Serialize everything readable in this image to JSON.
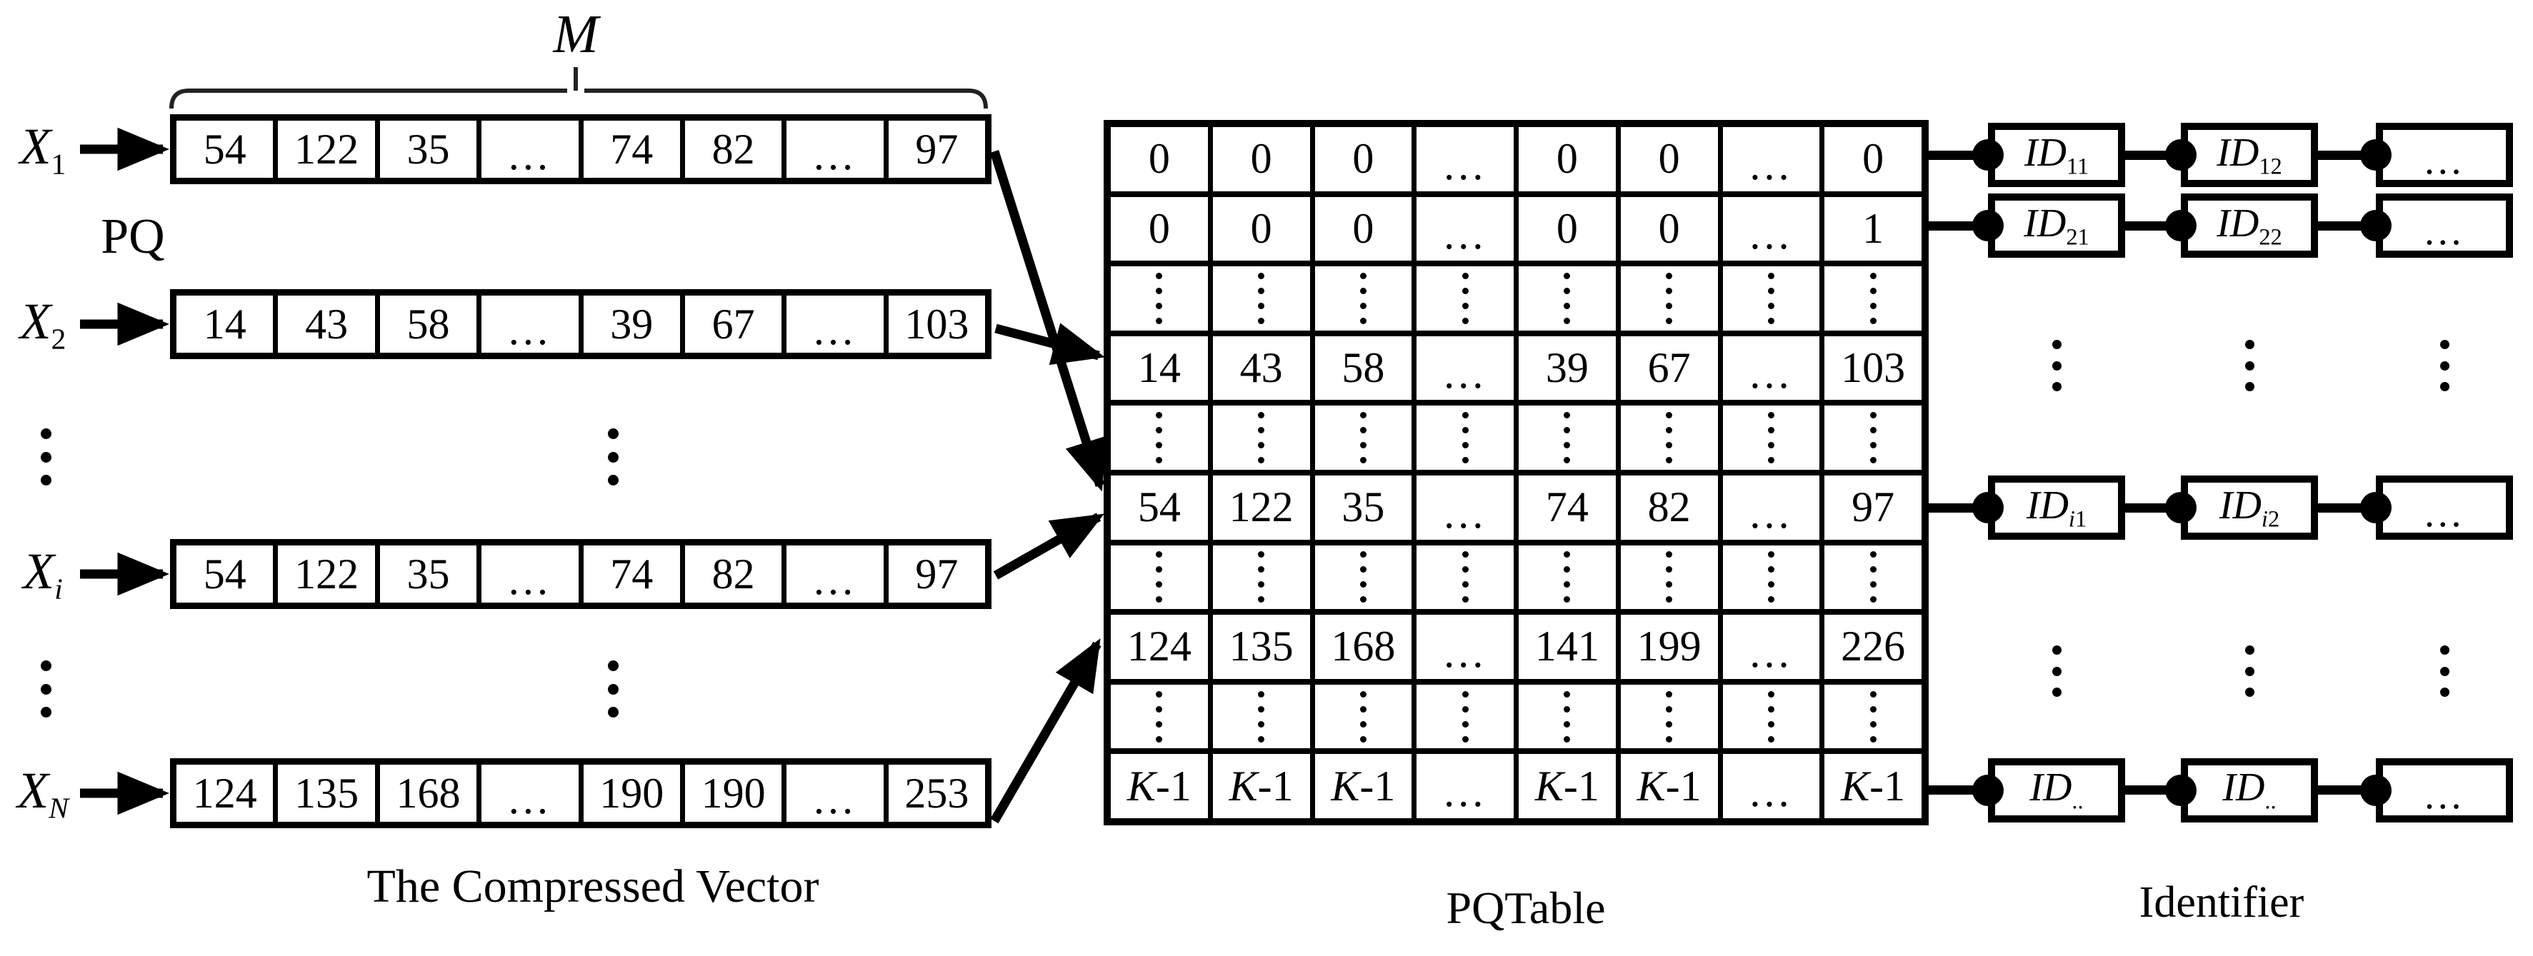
{
  "labels": {
    "m": "M",
    "pq": "PQ",
    "compressed_vector": "The Compressed Vector",
    "pqtable": "PQTable",
    "identifier": "Identifier"
  },
  "colors": {
    "ink": "#000000",
    "background": "#ffffff"
  },
  "dots": {
    "vertical": "⋮",
    "horizontal": "…"
  },
  "compressed_vectors": [
    {
      "label_main": "X",
      "label_sub": "1",
      "cells": [
        "54",
        "122",
        "35",
        "…",
        "74",
        "82",
        "…",
        "97"
      ]
    },
    {
      "label_main": "X",
      "label_sub": "2",
      "cells": [
        "14",
        "43",
        "58",
        "…",
        "39",
        "67",
        "…",
        "103"
      ]
    },
    {
      "label_main": "X",
      "label_sub": "i",
      "cells": [
        "54",
        "122",
        "35",
        "…",
        "74",
        "82",
        "…",
        "97"
      ]
    },
    {
      "label_main": "X",
      "label_sub": "N",
      "cells": [
        "124",
        "135",
        "168",
        "…",
        "190",
        "190",
        "…",
        "253"
      ]
    }
  ],
  "pqtable_rows": [
    {
      "kind": "values",
      "cells": [
        "0",
        "0",
        "0",
        "…",
        "0",
        "0",
        "…",
        "0"
      ]
    },
    {
      "kind": "values",
      "cells": [
        "0",
        "0",
        "0",
        "…",
        "0",
        "0",
        "…",
        "1"
      ]
    },
    {
      "kind": "dots",
      "cells": [
        "⋮",
        "⋮",
        "⋮",
        "⋮",
        "⋮",
        "⋮",
        "⋮",
        "⋮"
      ]
    },
    {
      "kind": "values",
      "cells": [
        "14",
        "43",
        "58",
        "…",
        "39",
        "67",
        "…",
        "103"
      ]
    },
    {
      "kind": "dots",
      "cells": [
        "⋮",
        "⋮",
        "⋮",
        "⋮",
        "⋮",
        "⋮",
        "⋮",
        "⋮"
      ]
    },
    {
      "kind": "values",
      "cells": [
        "54",
        "122",
        "35",
        "…",
        "74",
        "82",
        "…",
        "97"
      ]
    },
    {
      "kind": "dots",
      "cells": [
        "⋮",
        "⋮",
        "⋮",
        "⋮",
        "⋮",
        "⋮",
        "⋮",
        "⋮"
      ]
    },
    {
      "kind": "values",
      "cells": [
        "124",
        "135",
        "168",
        "…",
        "141",
        "199",
        "…",
        "226"
      ]
    },
    {
      "kind": "dots",
      "cells": [
        "⋮",
        "⋮",
        "⋮",
        "⋮",
        "⋮",
        "⋮",
        "⋮",
        "⋮"
      ]
    },
    {
      "kind": "values",
      "cells": [
        "K-1",
        "K-1",
        "K-1",
        "…",
        "K-1",
        "K-1",
        "…",
        "K-1"
      ]
    }
  ],
  "identifier_chains": [
    {
      "nodes": [
        {
          "main": "ID",
          "sub": "11"
        },
        {
          "main": "ID",
          "sub": "12"
        },
        {
          "main": "…",
          "sub": ""
        }
      ]
    },
    {
      "nodes": [
        {
          "main": "ID",
          "sub": "21"
        },
        {
          "main": "ID",
          "sub": "22"
        },
        {
          "main": "…",
          "sub": ""
        }
      ]
    },
    {
      "nodes": [
        {
          "main": "ID",
          "sub": "i1"
        },
        {
          "main": "ID",
          "sub": "i2"
        },
        {
          "main": "…",
          "sub": ""
        }
      ]
    },
    {
      "nodes": [
        {
          "main": "ID",
          "sub": ".."
        },
        {
          "main": "ID",
          "sub": ".."
        },
        {
          "main": "…",
          "sub": ""
        }
      ]
    }
  ]
}
